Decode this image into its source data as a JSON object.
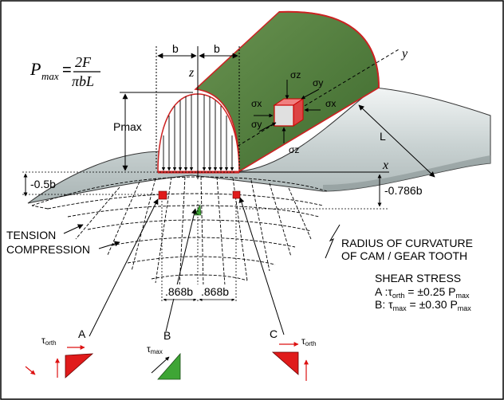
{
  "formula": {
    "lhs": "P",
    "lhs_sub": "max",
    "eq": "=",
    "numerator": "2F",
    "denominator": "πbL"
  },
  "dims": {
    "b_left": "b",
    "b_right": "b",
    "neg_half_b": "-0.5b",
    "neg_0786b": "-0.786b",
    "half_width_left": ".868b",
    "half_width_right": ".868b",
    "L": "L"
  },
  "axes": {
    "x": "x",
    "y": "y",
    "z": "z"
  },
  "pmax_label": "Pmax",
  "stress_element": {
    "sigma_z_top": "σz",
    "sigma_z_bottom": "σz",
    "sigma_x_left": "σx",
    "sigma_x_right": "σx",
    "sigma_y_top": "σy",
    "sigma_y_left": "σy"
  },
  "labels": {
    "tension": "TENSION",
    "compression": "COMPRESSION",
    "radius_line1": "RADIUS OF CURVATURE",
    "radius_line2": "OF CAM / GEAR TOOTH"
  },
  "shear": {
    "title": "SHEAR STRESS",
    "a_prefix": "A :",
    "a_tau": "τ",
    "a_sub": "orth",
    "a_value": " = ±0.25 P",
    "a_value_sub": "max",
    "b_prefix": "B: ",
    "b_tau": "τ",
    "b_sub": "max",
    "b_value": " = ±0.30 P",
    "b_value_sub": "max"
  },
  "points": {
    "A": "A",
    "B": "B",
    "C": "C",
    "tau_orth_left": "τ",
    "tau_orth_left_sub": "orth",
    "tau_max": "τ",
    "tau_max_sub": "max",
    "tau_orth_right": "τ",
    "tau_orth_right_sub": "orth"
  },
  "colors": {
    "cylinder": "#4f7a3c",
    "cylinder_edge": "#cc2222",
    "base": "#cfd8d8",
    "pressure_fill": "#ffffff",
    "element": "#e04040",
    "point_red": "#e01b1b",
    "point_green": "#3ea535",
    "frame": "#000000"
  }
}
